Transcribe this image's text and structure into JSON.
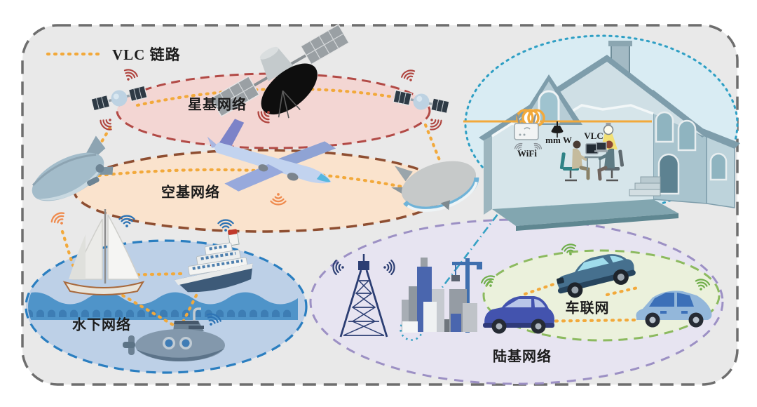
{
  "legend": {
    "vlc": "VLC 链路"
  },
  "networks": {
    "satellite": {
      "label": "星基网络",
      "fill": "#f3d6d3",
      "border": "#b24a46"
    },
    "air": {
      "label": "空基网络",
      "fill": "#fae3cd",
      "border": "#8e4e31"
    },
    "underwater": {
      "label": "水下网络",
      "fill": "#bdd0e7",
      "border": "#2a7ec0"
    },
    "ground": {
      "label": "陆基网络",
      "fill": "#e7e4f1",
      "border": "#9c90c4"
    },
    "vehicular": {
      "label": "车联网",
      "fill": "#ebf1dc",
      "border": "#8cba5f"
    },
    "indoor": {
      "fill": "#d9ecf3",
      "border": "#2e9fc4"
    }
  },
  "indoor": {
    "wifi": "WiFi",
    "mmw": "mm W",
    "vlc": "VLC"
  },
  "colors": {
    "vlc_link": "#f2a93b",
    "background": "#e9e9e9",
    "arrow": "#35a1c4",
    "wifi_red": "#b0453f",
    "wifi_orange": "#ef8b4e",
    "wifi_blue": "#2e74b5",
    "wifi_green": "#6fae4a",
    "wifi_navy": "#2c3e73"
  }
}
